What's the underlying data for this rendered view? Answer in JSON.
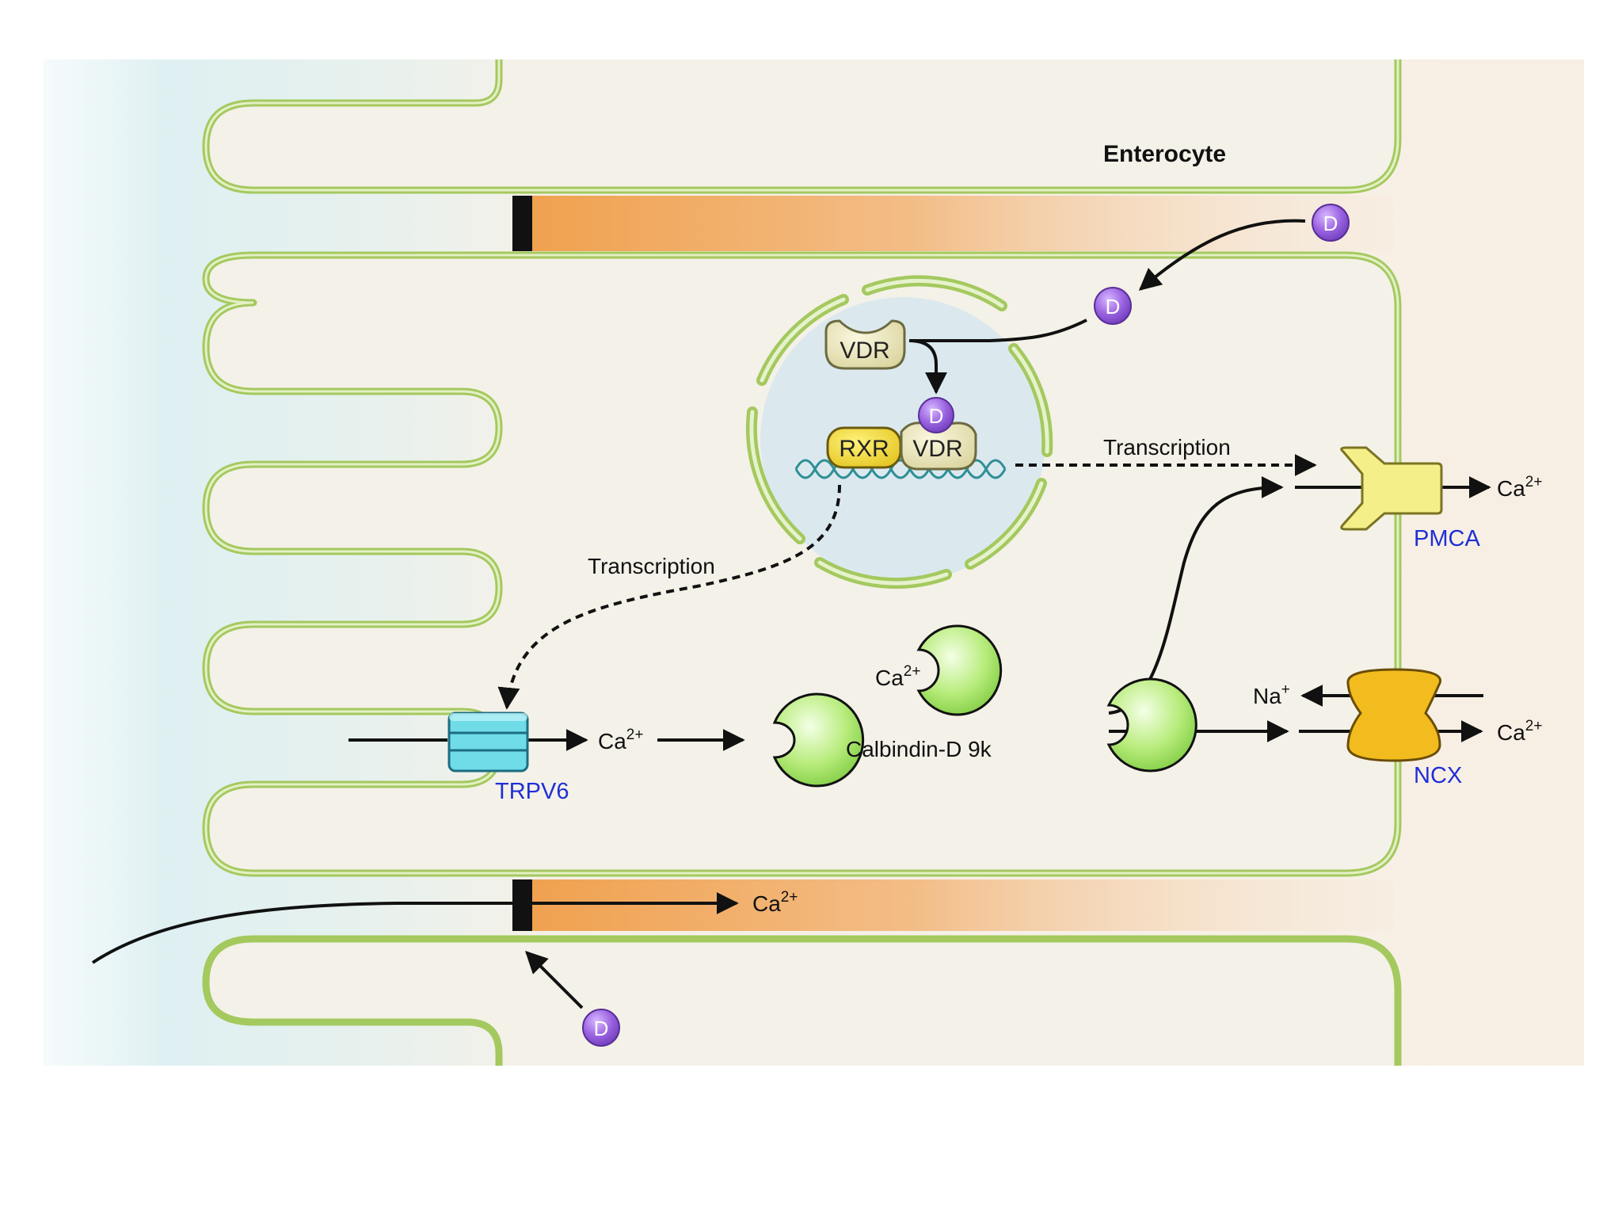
{
  "cell_label": "Enterocyte",
  "vitamin_d_label": "D",
  "receptors": {
    "vdr": "VDR",
    "rxr": "RXR"
  },
  "transcription_label": "Transcription",
  "calcium": {
    "base": "Ca",
    "charge": "2+"
  },
  "sodium": {
    "base": "Na",
    "charge": "+"
  },
  "calbindin_label": "Calbindin-D 9k",
  "channels": {
    "trpv6": "TRPV6",
    "pmca": "PMCA",
    "ncx": "NCX"
  },
  "colors": {
    "membrane_green": "#a4c95f",
    "vitamin_d_purple": "#8e5bd6",
    "channel_cyan": "#6fdce8",
    "pmca_yellow": "#f5ef8a",
    "ncx_orange": "#f2bc1e",
    "tight_junction_orange": "#f0a050",
    "label_blue": "#1f2fd6"
  }
}
